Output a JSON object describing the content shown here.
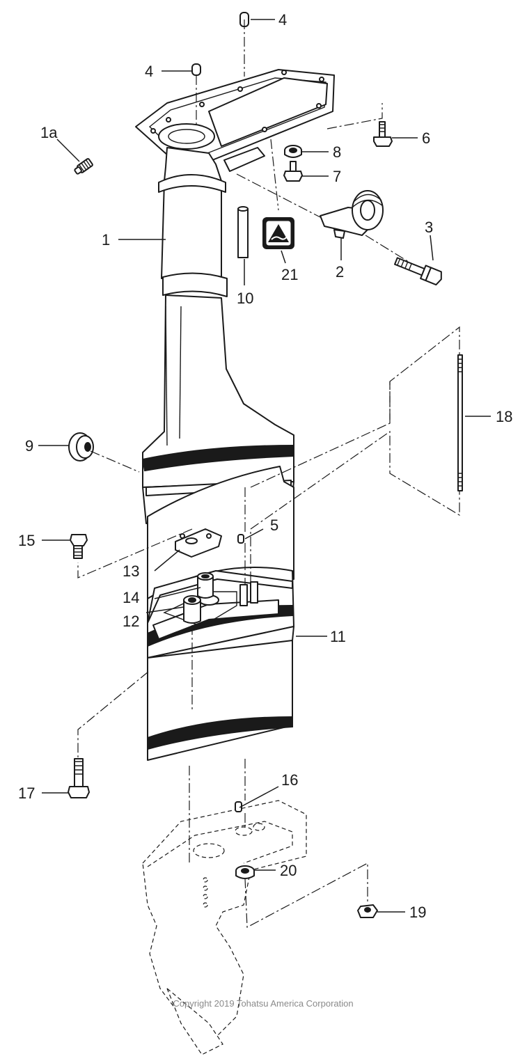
{
  "callouts": {
    "c1": "1",
    "c1a": "1a",
    "c2": "2",
    "c3": "3",
    "c4_top": "4",
    "c4_left": "4",
    "c5": "5",
    "c6": "6",
    "c7": "7",
    "c8": "8",
    "c9": "9",
    "c10": "10",
    "c11": "11",
    "c12": "12",
    "c13": "13",
    "c14": "14",
    "c15": "15",
    "c16": "16",
    "c17": "17",
    "c18": "18",
    "c19": "19",
    "c20": "20",
    "c21": "21"
  },
  "copyright": "Copyright 2019 Tohatsu America Corporation",
  "colors": {
    "line": "#1a1a1a",
    "background": "#ffffff",
    "copyright_text": "#8a8a8a"
  }
}
